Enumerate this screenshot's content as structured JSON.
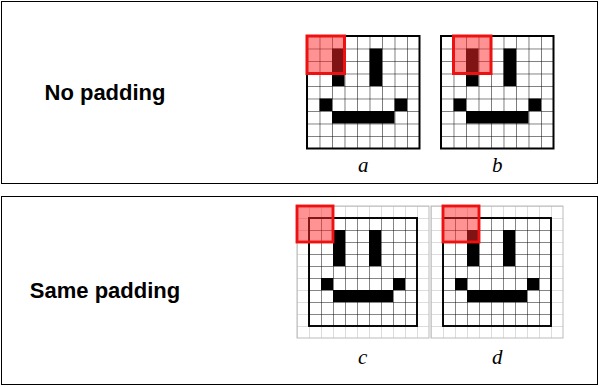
{
  "diagram": {
    "nodes": [
      {
        "text": [
          "No padding"
        ]
      },
      {
        "text": [
          "Same padding"
        ]
      }
    ],
    "labels": [
      "a",
      "b",
      "c",
      "d"
    ]
  }
}
